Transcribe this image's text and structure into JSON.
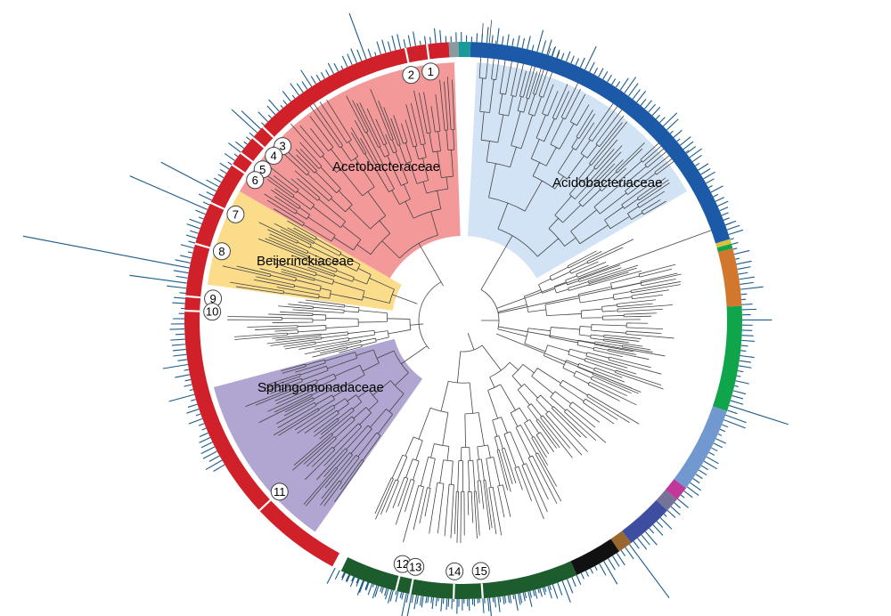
{
  "labels": {
    "acetobacteraceae": "Acetobacteraceae",
    "acidobacteriaceae": "Acidobacteriaceae",
    "beijerinckiaceae": "Beijerinckiaceae",
    "sphingomonadaceae": "Sphingomonadaceae"
  },
  "markers": [
    "1",
    "2",
    "3",
    "4",
    "5",
    "6",
    "7",
    "8",
    "9",
    "10",
    "11",
    "12",
    "13",
    "14",
    "15"
  ],
  "colors": {
    "acetobacteraceae": "#f4999a",
    "acidobacteriaceae": "#d1e3f4",
    "beijerinckiaceae": "#fadc8a",
    "sphingomonadaceae": "#b1a6d1",
    "ring_red": "#d0202a",
    "ring_blue": "#1c5aa8",
    "ring_orange": "#d1782e",
    "ring_green": "#10a54a",
    "ring_lightblue": "#7199d0",
    "ring_magenta": "#c0399a",
    "ring_slate": "#75739a",
    "ring_indigo": "#3d4ea0",
    "ring_brown": "#9a6630",
    "ring_black": "#111111",
    "ring_darkgreen": "#1d5c2c",
    "spikes": "#1a5b8a",
    "tree": "#444444"
  }
}
